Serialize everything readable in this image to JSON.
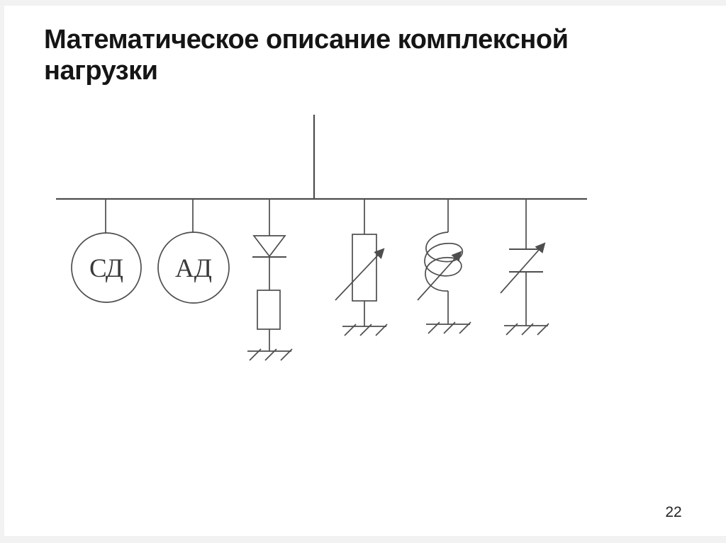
{
  "slide": {
    "title": "Математическое описание комплексной нагрузки",
    "page_number": "22"
  },
  "diagram": {
    "components": [
      {
        "name": "synchronous-motor",
        "label": "СД"
      },
      {
        "name": "asynchronous-motor",
        "label": "АД"
      },
      {
        "name": "rectifier-diode-with-resistor",
        "label": ""
      },
      {
        "name": "variable-resistor",
        "label": ""
      },
      {
        "name": "variable-inductor",
        "label": ""
      },
      {
        "name": "variable-capacitor",
        "label": ""
      }
    ]
  },
  "colors": {
    "line": "#4e4e4e",
    "title_text": "#151515",
    "frame": "#f2f2f2"
  }
}
